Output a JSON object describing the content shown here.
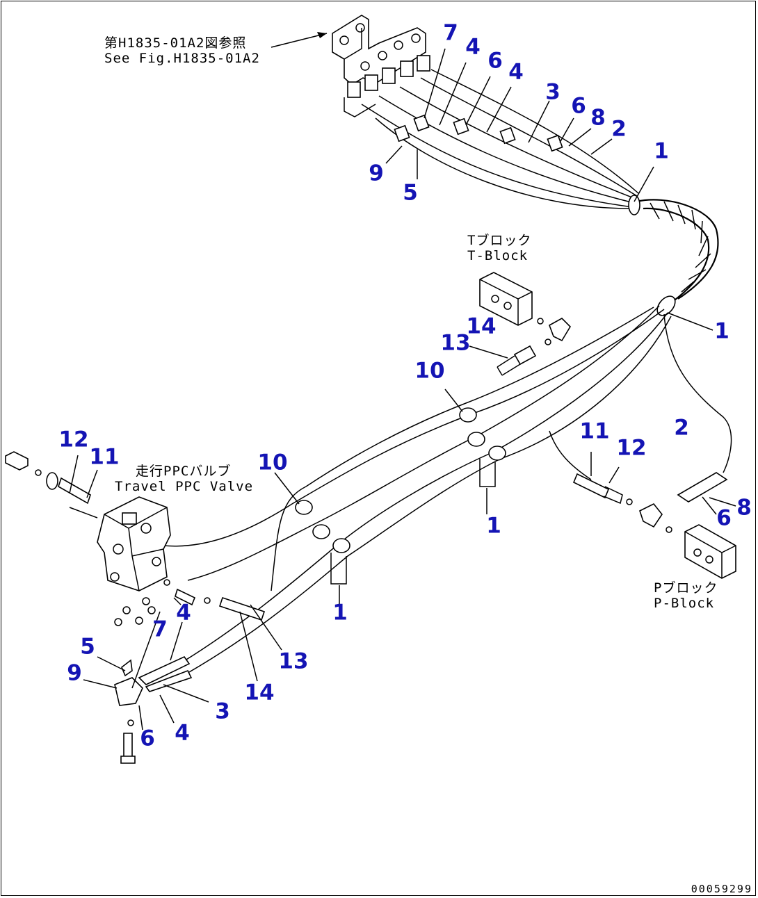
{
  "notes": {
    "bracket_ref_jp": "第H1835-01A2図参照",
    "bracket_ref_en": "See Fig.H1835-01A2",
    "t_block_jp": "Tブロック",
    "t_block_en": "T-Block",
    "valve_jp": "走行PPCバルブ",
    "valve_en": "Travel PPC Valve",
    "p_block_jp": "Pブロック",
    "p_block_en": "P-Block"
  },
  "drawing_number": "00059299",
  "callouts": {
    "top_7": "7",
    "top_4a": "4",
    "top_6a": "6",
    "top_4b": "4",
    "top_3": "3",
    "top_6b": "6",
    "top_8": "8",
    "top_2": "2",
    "top_9": "9",
    "top_5": "5",
    "clamp_1a": "1",
    "clamp_1b": "1",
    "tb_14": "14",
    "tb_13": "13",
    "tb_10": "10",
    "right_11": "11",
    "right_12": "12",
    "right_2": "2",
    "right_8": "8",
    "right_6": "6",
    "mid_1": "1",
    "low_1": "1",
    "left_12": "12",
    "left_11": "11",
    "left_10": "10",
    "bl_4a": "4",
    "bl_7": "7",
    "bl_5": "5",
    "bl_9": "9",
    "bl_13": "13",
    "bl_14": "14",
    "bl_3": "3",
    "bl_6": "6",
    "bl_4b": "4"
  }
}
